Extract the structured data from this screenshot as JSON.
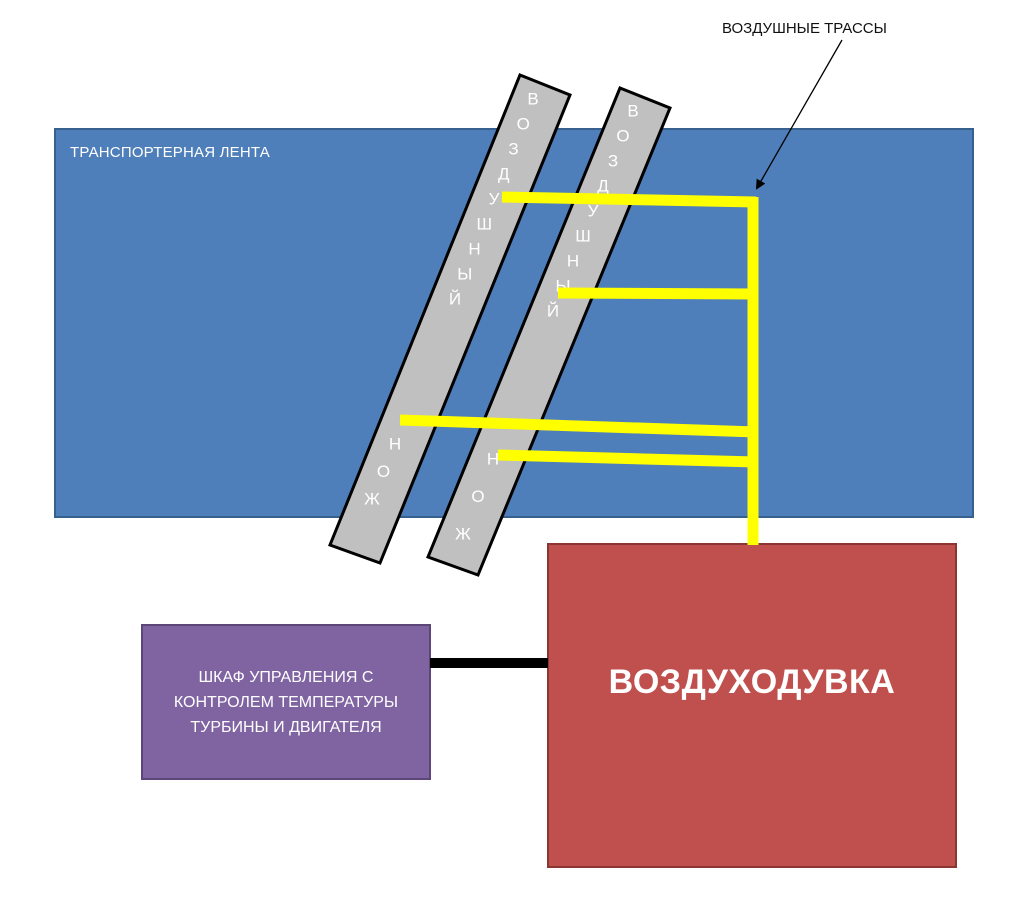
{
  "conveyor": {
    "label": "ТРАНСПОРТЕРНАЯ ЛЕНТА",
    "color": "#4e7fba"
  },
  "air_tracks": {
    "label": "ВОЗДУШНЫЕ ТРАССЫ",
    "color": "#ffff00"
  },
  "air_knives": [
    {
      "top_word": "ВОЗДУШНЫЙ",
      "bottom_word": "НОЖ"
    },
    {
      "top_word": "ВОЗДУШНЫЙ",
      "bottom_word": "НОЖ"
    }
  ],
  "blower": {
    "label": "ВОЗДУХОДУВКА",
    "color": "#c0504d"
  },
  "control_cabinet": {
    "label": "ШКАФ УПРАВЛЕНИЯ С КОНТРОЛЕМ ТЕМПЕРАТУРЫ ТУРБИНЫ И ДВИГАТЕЛЯ",
    "color": "#8064a2"
  },
  "knife_color": "#c0c0c0"
}
